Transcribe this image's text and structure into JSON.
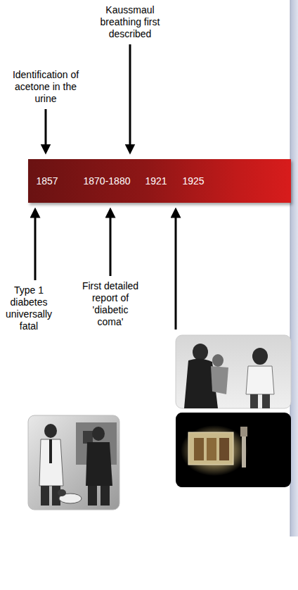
{
  "diagram": {
    "nodes": [
      {
        "text": [
          "1857",
          "1870-1880",
          "1921",
          "1925"
        ]
      }
    ],
    "labels": [
      "Kaussmaul breathing first described",
      "Identification of acetone in the urine",
      "Type 1 diabetes universally fatal",
      "First detailed report of 'diabetic coma'"
    ]
  }
}
